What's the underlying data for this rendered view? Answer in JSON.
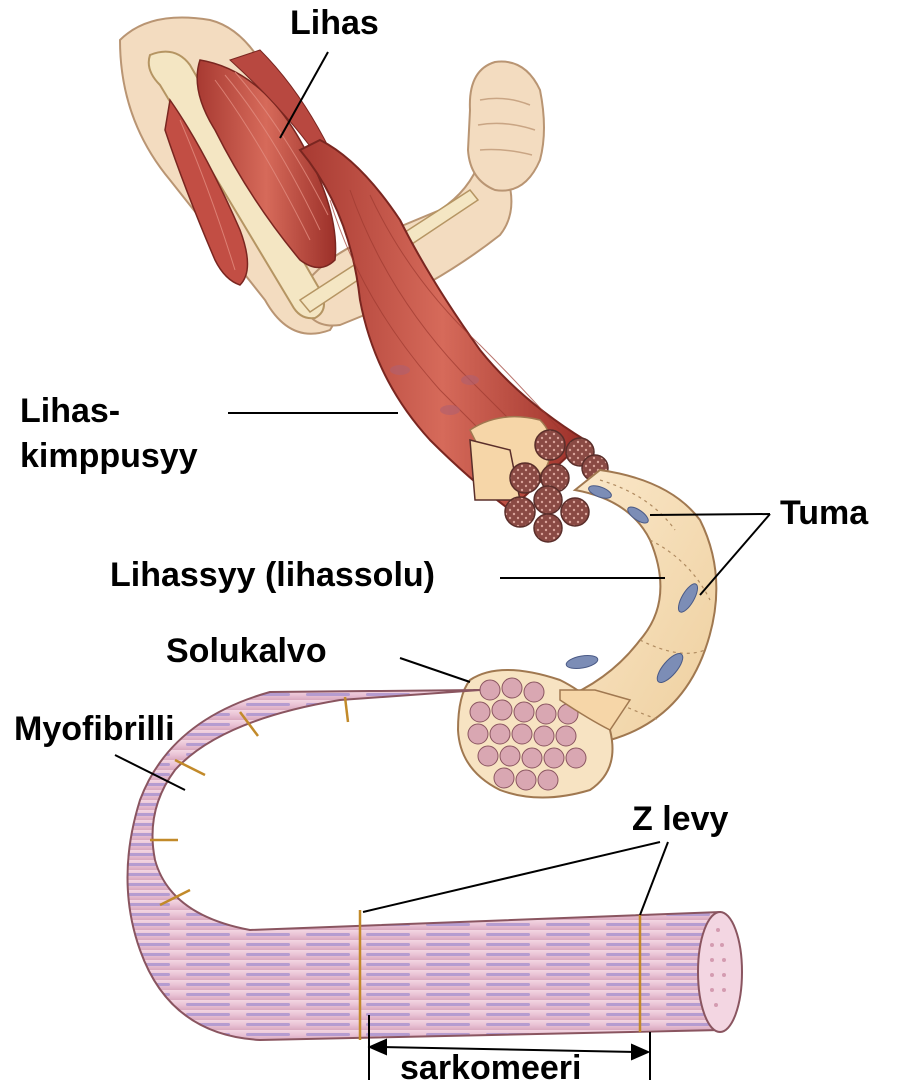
{
  "labels": {
    "lihas": "Lihas",
    "lihaskimppusyy_line1": "Lihas-",
    "lihaskimppusyy_line2": "kimppusyy",
    "tuma": "Tuma",
    "lihassyy": "Lihassyy (lihassolu)",
    "solukalvo": "Solukalvo",
    "myofibrilli": "Myofibrilli",
    "z_levy": "Z levy",
    "sarkomeeri": "sarkomeeri"
  },
  "colors": {
    "skin": "#f3dcc0",
    "skin_outline": "#b99573",
    "muscle": "#c8544a",
    "muscle_dark": "#8f3028",
    "fascicle": "#f6d6a8",
    "fiber": "#f7e3c2",
    "nucleus": "#7c8db6",
    "myofibril": "#e8c0d2",
    "myofibril_stripe": "#b7a0cf",
    "z_disc": "#c28a2a",
    "leader": "#000000"
  }
}
